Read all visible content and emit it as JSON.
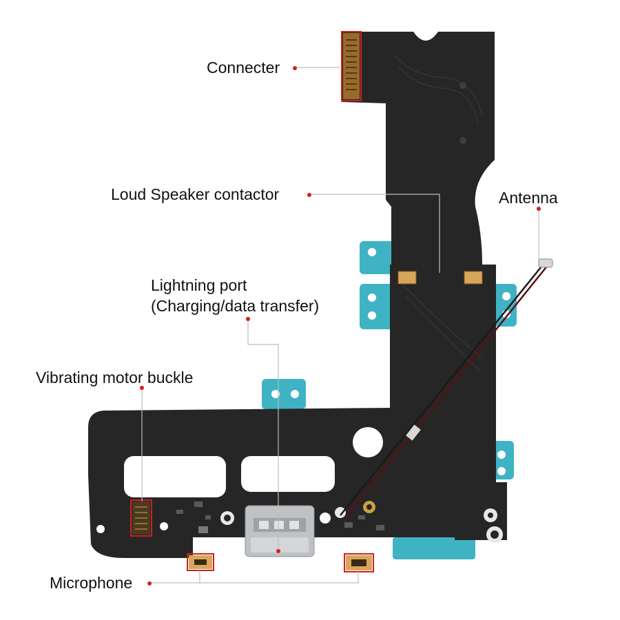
{
  "labels": {
    "connector": "Connecter",
    "loud_speaker": "Loud Speaker contactor",
    "antenna": "Antenna",
    "lightning_line1": "Lightning port",
    "lightning_line2": "(Charging/data transfer)",
    "vibrating": "Vibrating motor buckle",
    "microphone": "Microphone"
  },
  "colors": {
    "flex_cable": "#262626",
    "adhesive_tabs": "#3fb3c4",
    "leader_dot": "#d21f1f",
    "highlight_box": "#cc2020",
    "contact_pads": "#d8a65a"
  }
}
